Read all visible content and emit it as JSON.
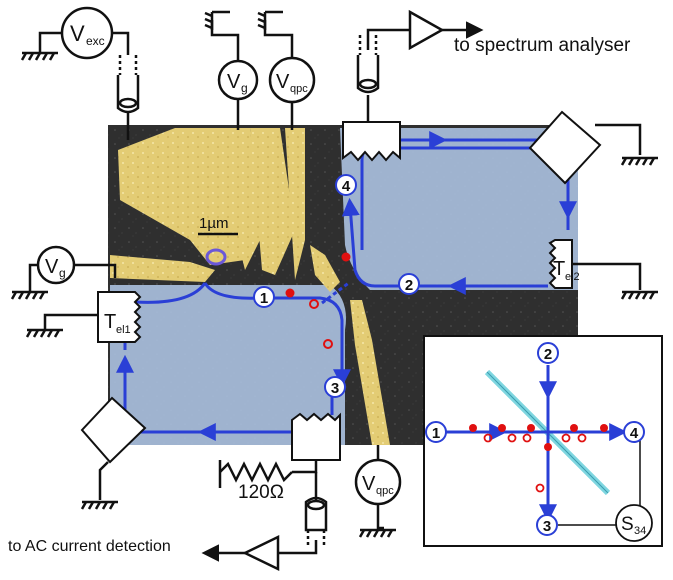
{
  "labels": {
    "v_exc": "V",
    "v_exc_sub": "exc",
    "v_g": "V",
    "v_g_sub": "g",
    "v_qpc": "V",
    "v_qpc_sub": "qpc",
    "spectrum": "to spectrum analyser",
    "ac_current": "to AC current detection",
    "scale_bar": "1µm",
    "resistor": "120Ω",
    "tel1": "T",
    "tel1_sub": "el1",
    "tel2": "T",
    "tel2_sub": "el2",
    "s34": "S",
    "s34_sub": "34"
  },
  "ports": [
    "1",
    "2",
    "3",
    "4"
  ],
  "colors": {
    "sample_bg": "#2e2e2e",
    "gate_gold": "#e8d27a",
    "mesa_blue": "#a9bfdd",
    "edge_channel": "#2a3fd6",
    "dot_red": "#e01010",
    "beam": "#7fd6e0"
  }
}
